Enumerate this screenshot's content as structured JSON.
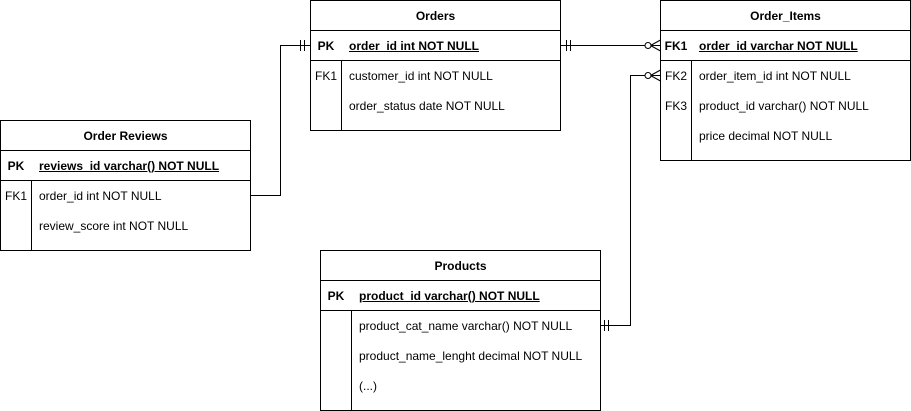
{
  "diagram": {
    "type": "entity-relationship",
    "entities": {
      "orders": {
        "title": "Orders",
        "pk": {
          "key": "PK",
          "field": "order_id int NOT NULL"
        },
        "rows": [
          {
            "key": "FK1",
            "field": "customer_id int NOT NULL"
          },
          {
            "key": "",
            "field": "order_status date NOT NULL"
          }
        ]
      },
      "order_items": {
        "title": "Order_Items",
        "pk": {
          "key": "FK1",
          "field": "order_id varchar NOT NULL"
        },
        "rows": [
          {
            "key": "FK2",
            "field": "order_item_id int NOT NULL"
          },
          {
            "key": "FK3",
            "field": "product_id varchar() NOT NULL"
          },
          {
            "key": "",
            "field": "price decimal NOT NULL"
          }
        ]
      },
      "order_reviews": {
        "title": "Order Reviews",
        "pk": {
          "key": "PK",
          "field": "reviews_id varchar() NOT NULL"
        },
        "rows": [
          {
            "key": "FK1",
            "field": "order_id int NOT NULL"
          },
          {
            "key": "",
            "field": "review_score int NOT NULL"
          }
        ]
      },
      "products": {
        "title": "Products",
        "pk": {
          "key": "PK",
          "field": "product_id varchar() NOT NULL"
        },
        "rows": [
          {
            "key": "",
            "field": "product_cat_name varchar() NOT NULL"
          },
          {
            "key": "",
            "field": "product_name_lenght decimal NOT NULL"
          },
          {
            "key": "",
            "field": "(...)"
          }
        ]
      }
    },
    "relationships": [
      {
        "from": "order_reviews",
        "to": "orders",
        "from_cardinality": "none",
        "to_cardinality": "one-and-only-one"
      },
      {
        "from": "orders",
        "to": "order_items",
        "from_cardinality": "one-and-only-one",
        "to_cardinality": "zero-or-many"
      },
      {
        "from": "products",
        "to": "order_items",
        "from_cardinality": "one-and-only-one",
        "to_cardinality": "zero-or-many"
      }
    ]
  }
}
